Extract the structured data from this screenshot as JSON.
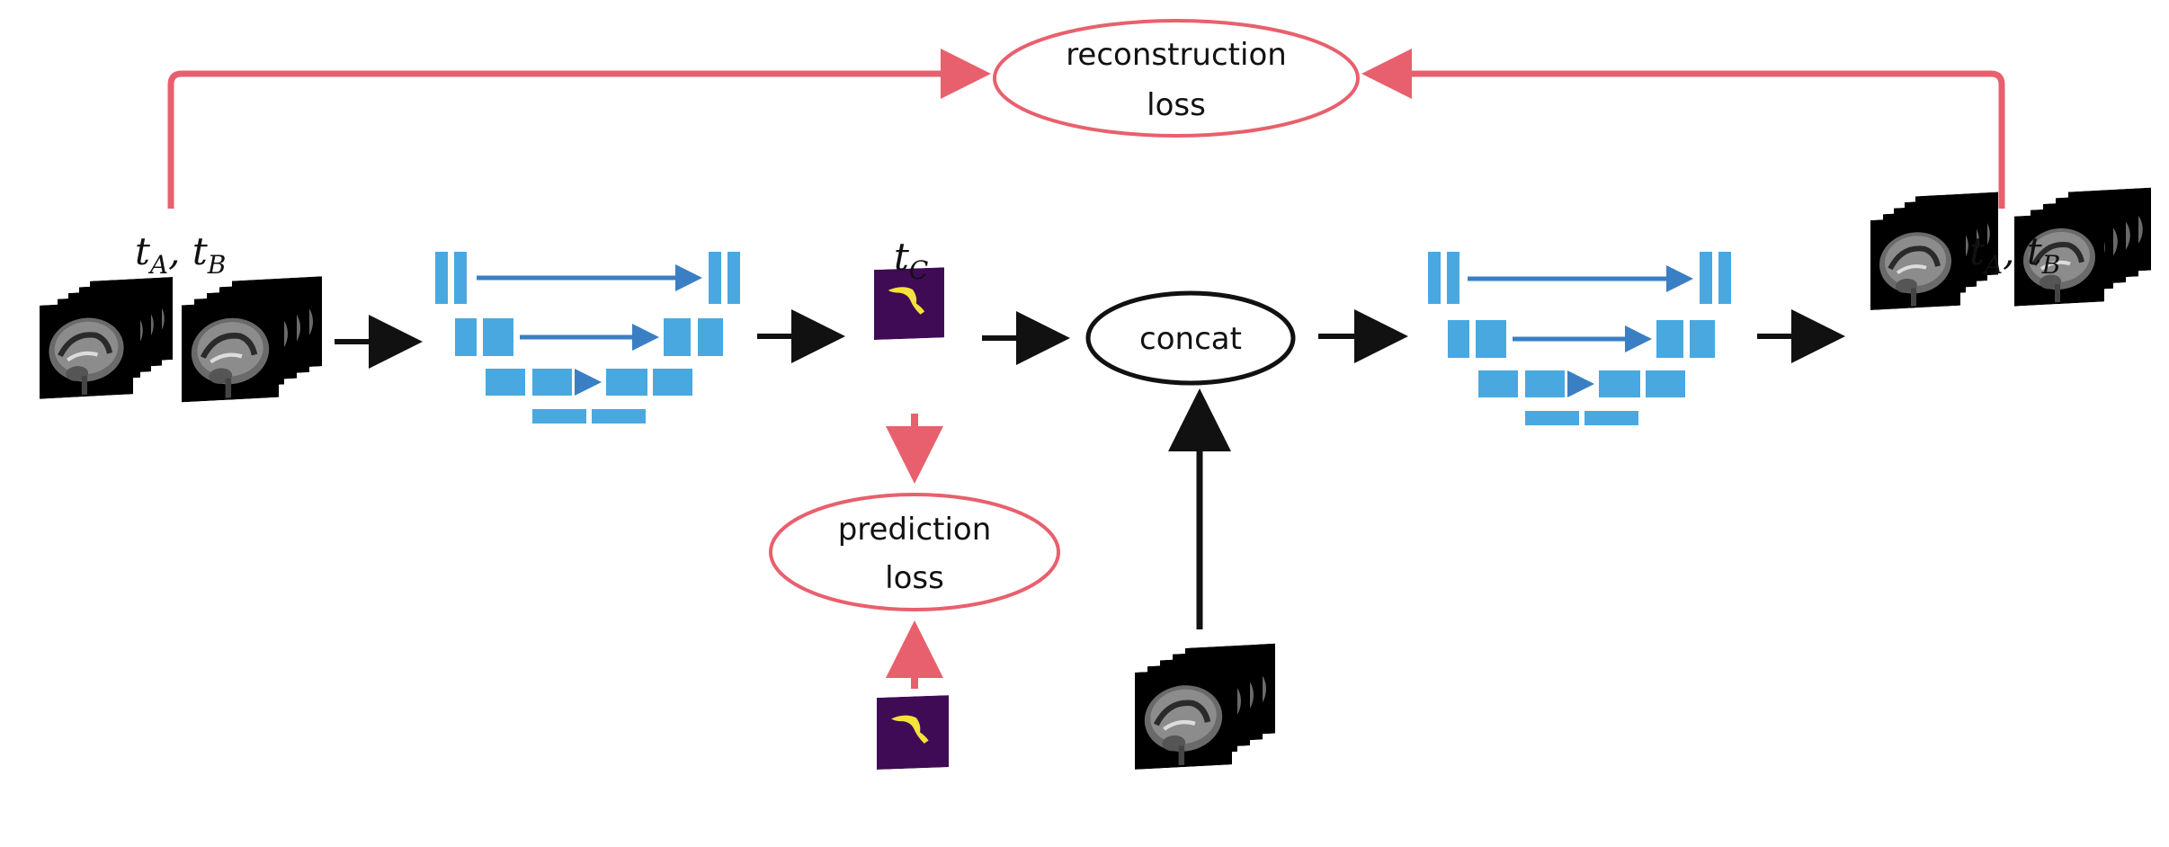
{
  "labels": {
    "reconstruction_loss_line1": "reconstruction",
    "reconstruction_loss_line2": "loss",
    "prediction_loss_line1": "prediction",
    "prediction_loss_line2": "loss",
    "concat": "concat"
  },
  "math": {
    "input_t": "t",
    "input_sub_a": "A",
    "input_comma": ", t",
    "input_sub_b": "B",
    "output_t": "t",
    "output_sub_a": "A",
    "output_comma": ", t",
    "output_sub_b": "B",
    "pred_t": "t",
    "pred_sub_c": "C",
    "cond_t": "t",
    "cond_sub_c": "C"
  },
  "colors": {
    "loss_arrow": "#e8606d",
    "unet_block": "#4aa8e0",
    "unet_skip": "#3a7fc4",
    "flow_arrow": "#111111",
    "mask_bg": "#3f0b55",
    "mask_fg": "#f5e13c",
    "mri_bg": "#000000"
  }
}
